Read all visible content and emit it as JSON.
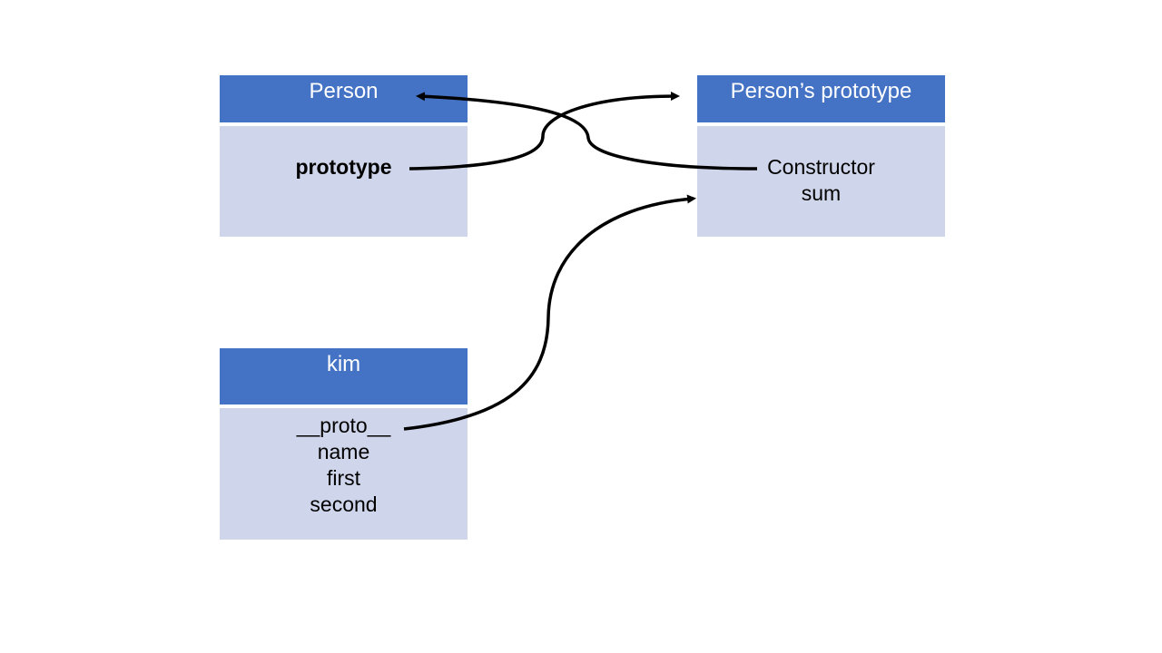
{
  "person": {
    "title": "Person",
    "fields": [
      "prototype"
    ]
  },
  "person_prototype": {
    "title": "Person’s prototype",
    "fields": [
      "Constructor",
      "sum"
    ]
  },
  "kim": {
    "title": "kim",
    "fields": [
      "__proto__",
      "name",
      "first",
      "second"
    ]
  },
  "colors": {
    "header": "#4472c4",
    "body": "#cfd5ea",
    "arrow": "#000000"
  }
}
